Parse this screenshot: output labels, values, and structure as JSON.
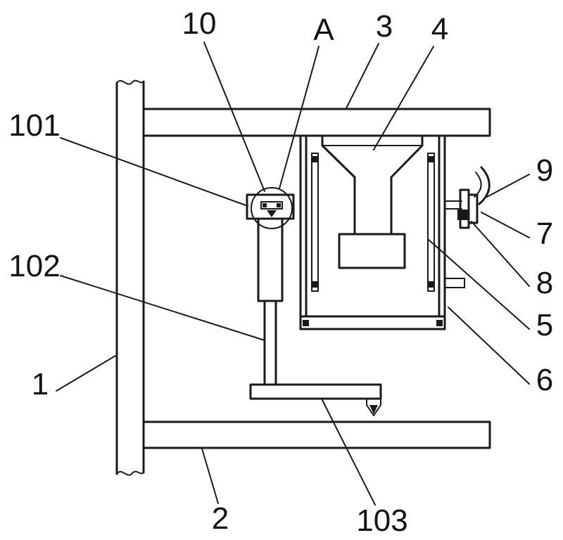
{
  "figure": {
    "background_color": "#ffffff",
    "ink_color": "#1a1a1a",
    "labels": {
      "n10": "10",
      "nA": "A",
      "n3": "3",
      "n4": "4",
      "n101": "101",
      "n9": "9",
      "n7": "7",
      "n8": "8",
      "n102": "102",
      "n5": "5",
      "n6": "6",
      "n1": "1",
      "n2": "2",
      "n103": "103"
    }
  }
}
